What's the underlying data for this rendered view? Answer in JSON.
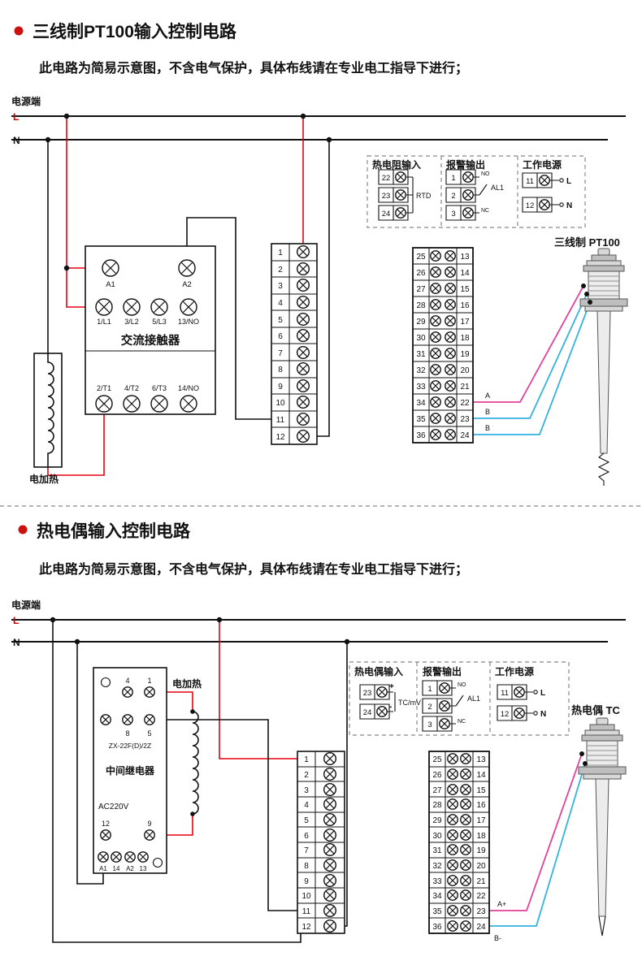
{
  "s1": {
    "title": "三线制PT100输入控制电路",
    "subtitle": "此电路为简易示意图，不含电气保护，具体布线请在专业电工指导下进行；",
    "power_label": "电源端",
    "l": "L",
    "n": "N",
    "contactor": {
      "title": "交流接触器",
      "coil": [
        "A1",
        "A2"
      ],
      "top": [
        "1/L1",
        "3/L2",
        "5/L3",
        "13/NO"
      ],
      "bottom": [
        "2/T1",
        "4/T2",
        "6/T3",
        "14/NO"
      ]
    },
    "heater_label": "电加热",
    "legend": {
      "input_title": "热电阻输入",
      "input_terminals": [
        "22",
        "23",
        "24"
      ],
      "input_label": "RTD"
    },
    "sensor_label": "三线制 PT100",
    "wire_labels": [
      "A",
      "B",
      "B"
    ]
  },
  "s2": {
    "title": "热电偶输入控制电路",
    "subtitle": "此电路为简易示意图，不含电气保护，具体布线请在专业电工指导下进行；",
    "power_label": "电源端",
    "l": "L",
    "n": "N",
    "relay": {
      "model": "ZX-22F(D)/2Z",
      "title": "中间继电器",
      "voltage": "AC220V",
      "top": [
        "4",
        "1"
      ],
      "mid": [
        "8",
        "5"
      ],
      "low": [
        "12",
        "9"
      ],
      "bottom": [
        "A1",
        "14",
        "A2",
        "13"
      ]
    },
    "heater_label": "电加热",
    "legend": {
      "input_title": "热电偶输入",
      "input_terminals": [
        "23",
        "24"
      ],
      "input_plus": "+",
      "input_minus": "-",
      "input_label": "TC/mV"
    },
    "sensor_label": "热电偶 TC",
    "wire_a": "A+",
    "wire_b": "B-"
  },
  "alarm": {
    "title": "报警输出",
    "terminals": [
      "1",
      "2",
      "3"
    ],
    "no": "NO",
    "nc": "NC",
    "label": "AL1"
  },
  "power": {
    "title": "工作电源",
    "terminals": [
      "11",
      "12"
    ],
    "l": "L",
    "n": "N"
  },
  "strip": {
    "left": [
      "1",
      "2",
      "3",
      "4",
      "5",
      "6",
      "7",
      "8",
      "9",
      "10",
      "11",
      "12"
    ],
    "mid": [
      "25",
      "26",
      "27",
      "28",
      "29",
      "30",
      "31",
      "32",
      "33",
      "34",
      "35",
      "36"
    ],
    "right": [
      "13",
      "14",
      "15",
      "16",
      "17",
      "18",
      "19",
      "20",
      "21",
      "22",
      "23",
      "24"
    ]
  }
}
